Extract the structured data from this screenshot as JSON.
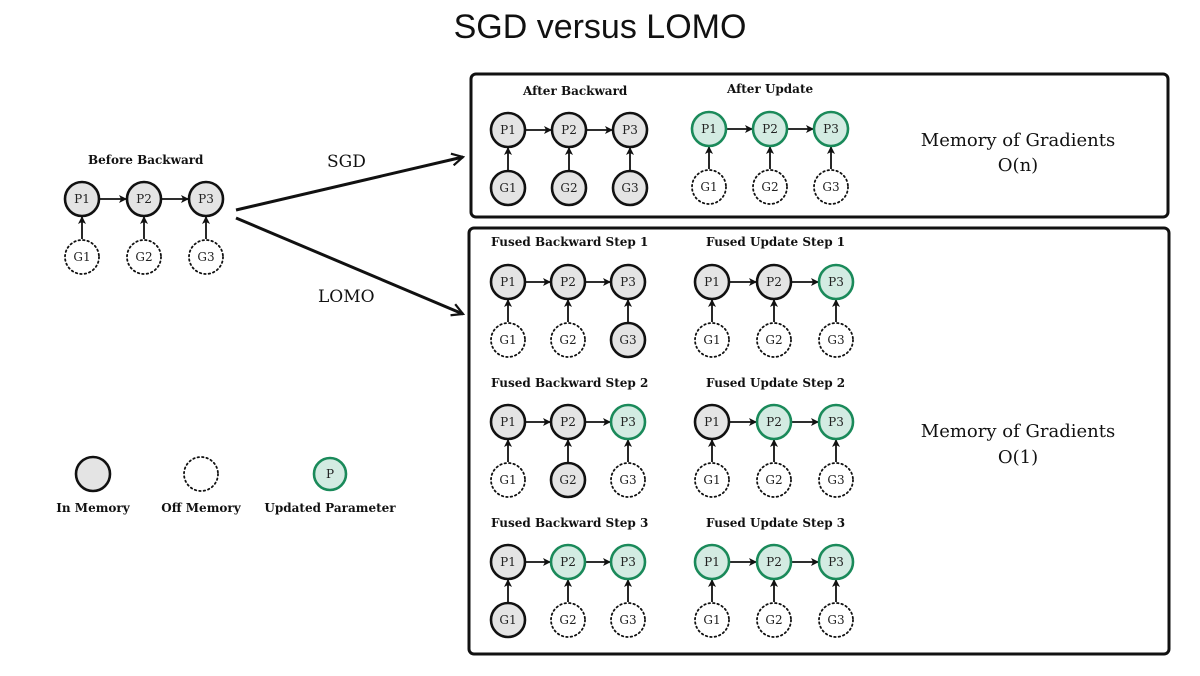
{
  "title": "SGD versus LOMO",
  "colors": {
    "in_memory_fill": "#e4e4e4",
    "in_memory_stroke": "#111111",
    "updated_fill": "#d3ebe2",
    "updated_stroke": "#1a8a5a",
    "off_memory_stroke": "#111111"
  },
  "branches": {
    "sgd_label": "SGD",
    "lomo_label": "LOMO"
  },
  "initial": {
    "label": "Before Backward",
    "params": [
      {
        "name": "P1",
        "state": "in"
      },
      {
        "name": "P2",
        "state": "in"
      },
      {
        "name": "P3",
        "state": "in"
      }
    ],
    "grads": [
      {
        "name": "G1",
        "state": "off"
      },
      {
        "name": "G2",
        "state": "off"
      },
      {
        "name": "G3",
        "state": "off"
      }
    ]
  },
  "sgd_panel": {
    "memory_label": "Memory of Gradients",
    "memory_complexity": "O(n)",
    "diagrams": [
      {
        "label": "After Backward",
        "params": [
          {
            "name": "P1",
            "state": "in"
          },
          {
            "name": "P2",
            "state": "in"
          },
          {
            "name": "P3",
            "state": "in"
          }
        ],
        "grads": [
          {
            "name": "G1",
            "state": "in"
          },
          {
            "name": "G2",
            "state": "in"
          },
          {
            "name": "G3",
            "state": "in"
          }
        ]
      },
      {
        "label": "After Update",
        "params": [
          {
            "name": "P1",
            "state": "updated"
          },
          {
            "name": "P2",
            "state": "updated"
          },
          {
            "name": "P3",
            "state": "updated"
          }
        ],
        "grads": [
          {
            "name": "G1",
            "state": "off"
          },
          {
            "name": "G2",
            "state": "off"
          },
          {
            "name": "G3",
            "state": "off"
          }
        ]
      }
    ]
  },
  "lomo_panel": {
    "memory_label": "Memory of Gradients",
    "memory_complexity": "O(1)",
    "diagrams": [
      {
        "label": "Fused Backward Step 1",
        "params": [
          {
            "name": "P1",
            "state": "in"
          },
          {
            "name": "P2",
            "state": "in"
          },
          {
            "name": "P3",
            "state": "in"
          }
        ],
        "grads": [
          {
            "name": "G1",
            "state": "off"
          },
          {
            "name": "G2",
            "state": "off"
          },
          {
            "name": "G3",
            "state": "in"
          }
        ]
      },
      {
        "label": "Fused Update Step 1",
        "params": [
          {
            "name": "P1",
            "state": "in"
          },
          {
            "name": "P2",
            "state": "in"
          },
          {
            "name": "P3",
            "state": "updated"
          }
        ],
        "grads": [
          {
            "name": "G1",
            "state": "off"
          },
          {
            "name": "G2",
            "state": "off"
          },
          {
            "name": "G3",
            "state": "off"
          }
        ]
      },
      {
        "label": "Fused Backward Step 2",
        "params": [
          {
            "name": "P1",
            "state": "in"
          },
          {
            "name": "P2",
            "state": "in"
          },
          {
            "name": "P3",
            "state": "updated"
          }
        ],
        "grads": [
          {
            "name": "G1",
            "state": "off"
          },
          {
            "name": "G2",
            "state": "in"
          },
          {
            "name": "G3",
            "state": "off"
          }
        ]
      },
      {
        "label": "Fused Update Step 2",
        "params": [
          {
            "name": "P1",
            "state": "in"
          },
          {
            "name": "P2",
            "state": "updated"
          },
          {
            "name": "P3",
            "state": "updated"
          }
        ],
        "grads": [
          {
            "name": "G1",
            "state": "off"
          },
          {
            "name": "G2",
            "state": "off"
          },
          {
            "name": "G3",
            "state": "off"
          }
        ]
      },
      {
        "label": "Fused Backward Step 3",
        "params": [
          {
            "name": "P1",
            "state": "in"
          },
          {
            "name": "P2",
            "state": "updated"
          },
          {
            "name": "P3",
            "state": "updated"
          }
        ],
        "grads": [
          {
            "name": "G1",
            "state": "in"
          },
          {
            "name": "G2",
            "state": "off"
          },
          {
            "name": "G3",
            "state": "off"
          }
        ]
      },
      {
        "label": "Fused Update Step 3",
        "params": [
          {
            "name": "P1",
            "state": "updated"
          },
          {
            "name": "P2",
            "state": "updated"
          },
          {
            "name": "P3",
            "state": "updated"
          }
        ],
        "grads": [
          {
            "name": "G1",
            "state": "off"
          },
          {
            "name": "G2",
            "state": "off"
          },
          {
            "name": "G3",
            "state": "off"
          }
        ]
      }
    ]
  },
  "legend": [
    {
      "label": "In Memory",
      "state": "in",
      "node_text": ""
    },
    {
      "label": "Off Memory",
      "state": "off",
      "node_text": ""
    },
    {
      "label": "Updated Parameter",
      "state": "updated",
      "node_text": "P"
    }
  ]
}
